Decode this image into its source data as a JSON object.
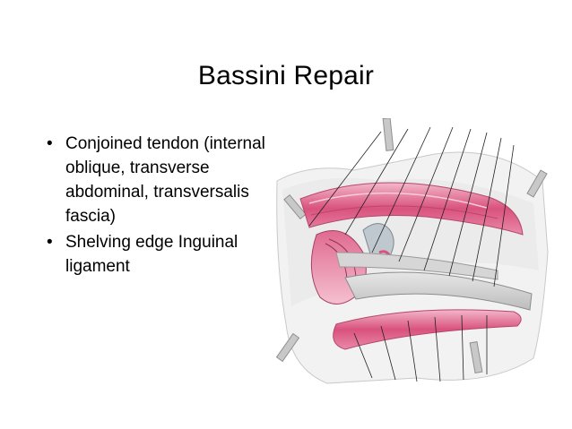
{
  "slide": {
    "title": "Bassini Repair",
    "bullets": [
      "Conjoined tendon (internal oblique, transverse abdominal, transversalis fascia)",
      "Shelving edge Inguinal ligament"
    ],
    "bullet_glyph": "•"
  },
  "illustration": {
    "icon": "surgical-illustration-icon",
    "colors": {
      "muscle": "#d9527e",
      "muscle_light": "#f0a3bd",
      "tissue": "#cfcfcf",
      "background": "#f1f1f1"
    }
  }
}
